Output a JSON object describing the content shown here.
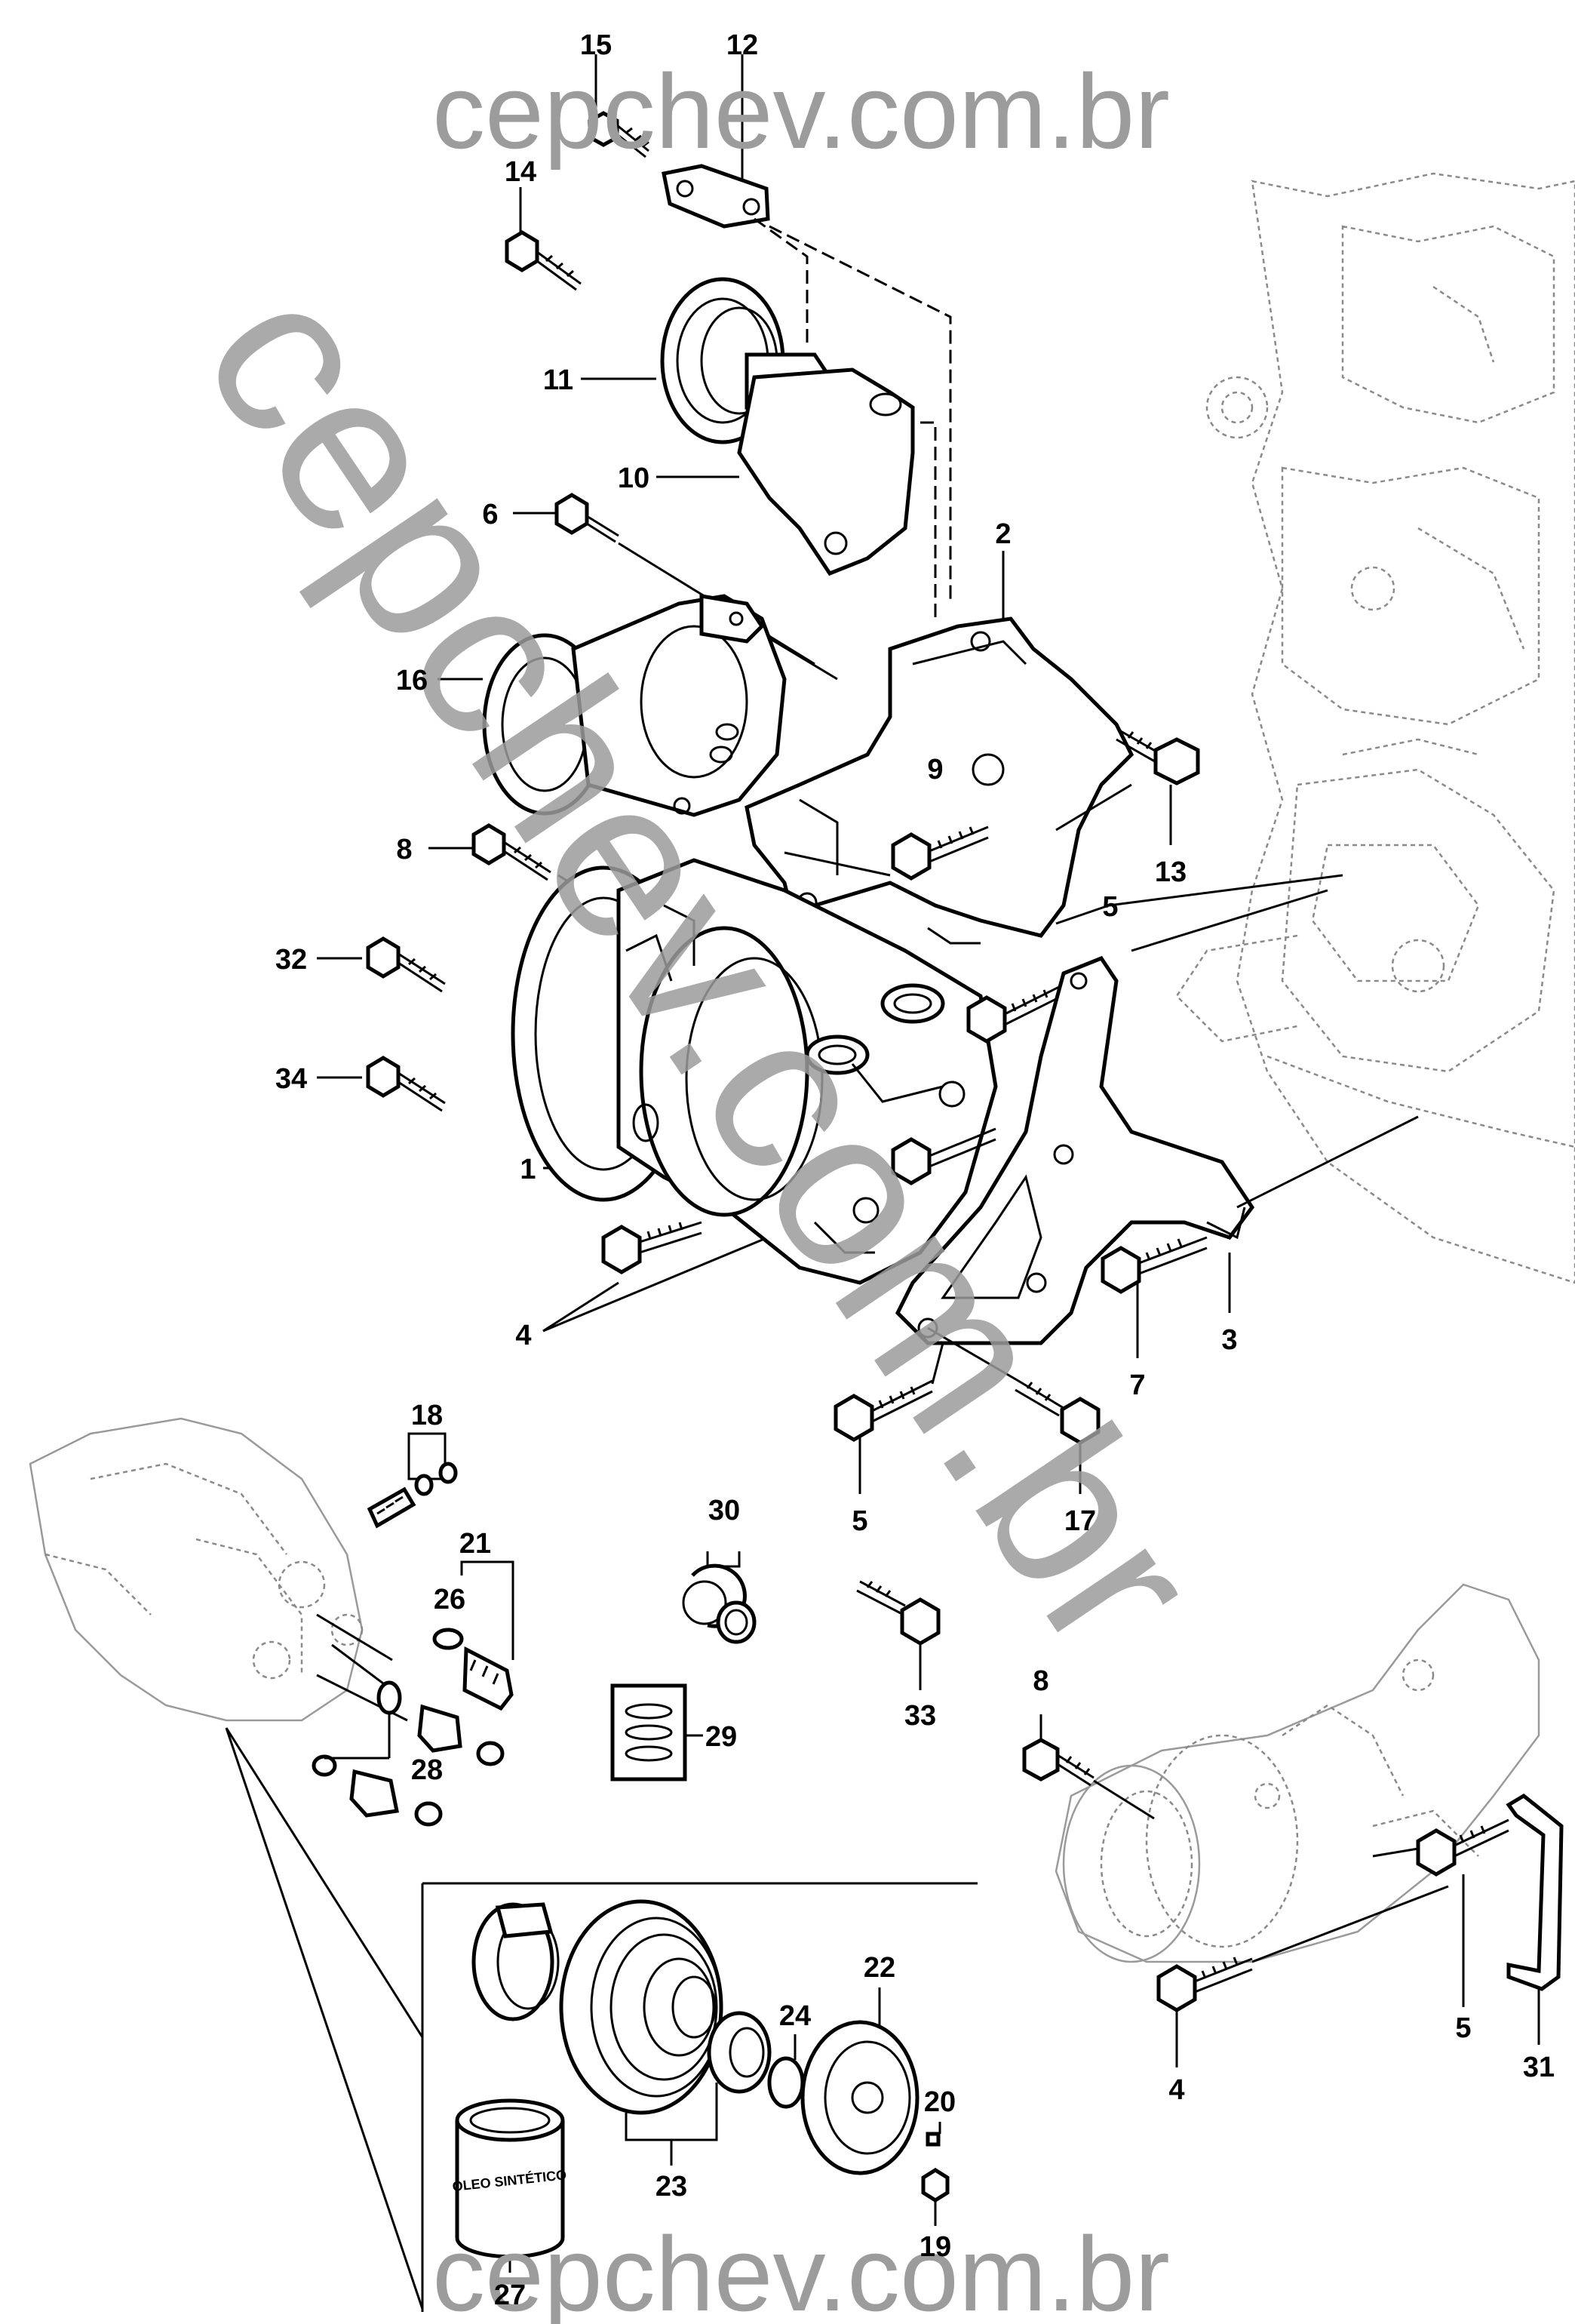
{
  "watermark": {
    "top": "cepchev.com.br",
    "bottom": "cepchev.com.br",
    "diagonal": "cepchev.com.br"
  },
  "oil_can_text": "ÓLEO SINTÉTICO",
  "callouts": {
    "c1": "1",
    "c2": "2",
    "c3": "3",
    "c4a": "4",
    "c4b": "4",
    "c5a": "5",
    "c5b": "5",
    "c5c": "5",
    "c6": "6",
    "c7": "7",
    "c8a": "8",
    "c8b": "8",
    "c9": "9",
    "c10": "10",
    "c11": "11",
    "c12": "12",
    "c13": "13",
    "c14": "14",
    "c15": "15",
    "c16": "16",
    "c17": "17",
    "c18": "18",
    "c19": "19",
    "c20": "20",
    "c21": "21",
    "c22": "22",
    "c23": "23",
    "c24": "24",
    "c26": "26",
    "c27": "27",
    "c28": "28",
    "c29": "29",
    "c30": "30",
    "c31": "31",
    "c32": "32",
    "c33": "33",
    "c34": "34"
  }
}
